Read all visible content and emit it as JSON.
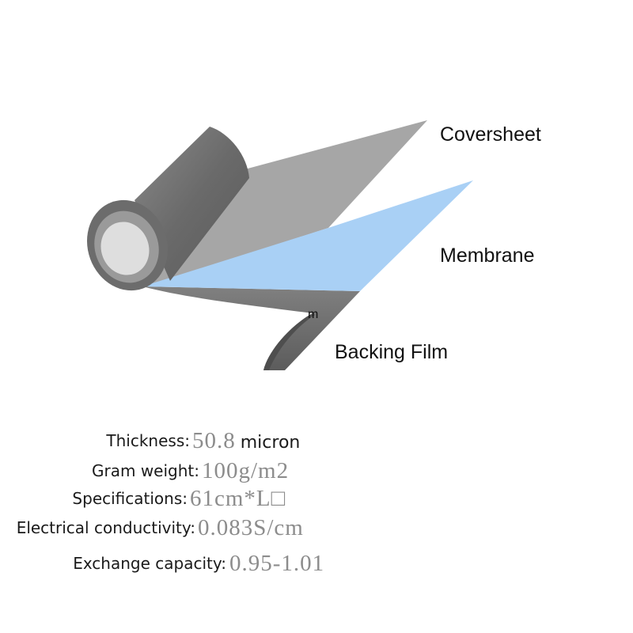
{
  "diagram": {
    "labels": {
      "coversheet": "Coversheet",
      "membrane": "Membrane",
      "backing_film": "Backing Film",
      "m": "m"
    },
    "colors": {
      "coversheet": "#a6a6a6",
      "membrane": "#a9d0f5",
      "backing": "#6e6e6e",
      "roll": "#7a7a7a"
    }
  },
  "specs": [
    {
      "key": "Thickness:",
      "value": "50.8",
      "unit": "micron"
    },
    {
      "key": "Gram weight:",
      "value": "100g/m2",
      "unit": ""
    },
    {
      "key": "Specifications:",
      "value": "61cm*L□",
      "unit": ""
    },
    {
      "key": "Electrical conductivity:",
      "value": "0.083S/cm",
      "unit": ""
    },
    {
      "key": "Exchange capacity:",
      "value": "0.95-1.01",
      "unit": ""
    }
  ]
}
